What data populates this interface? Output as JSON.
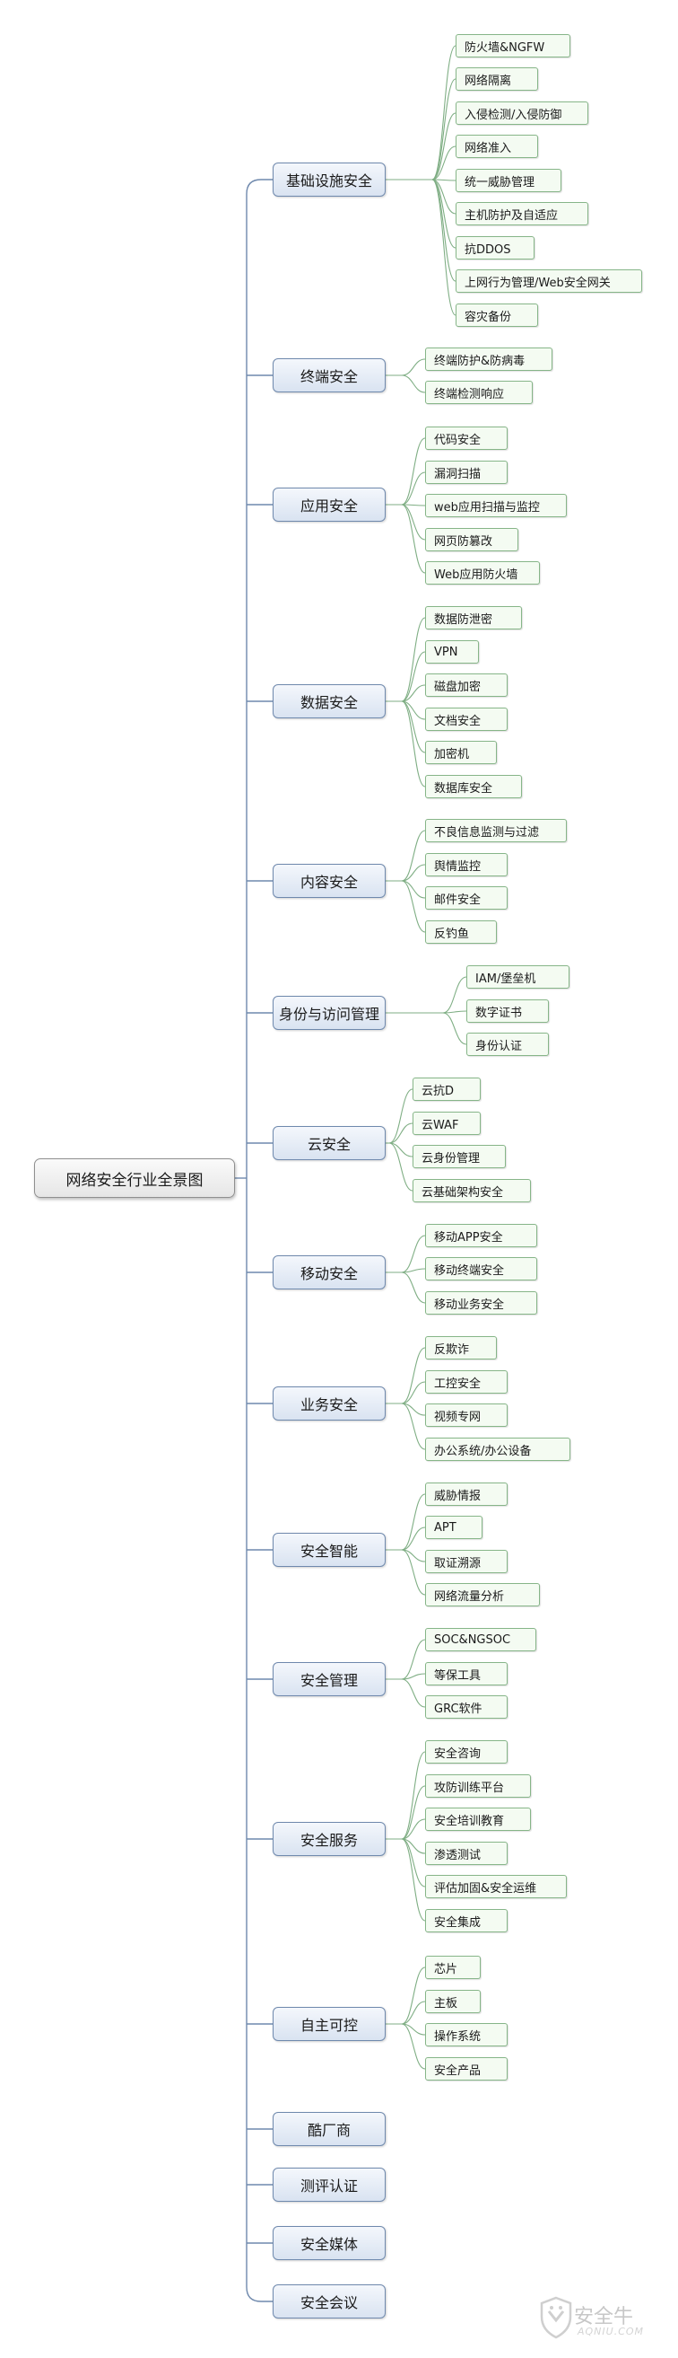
{
  "root": {
    "label": "网络安全行业全景图"
  },
  "categories": [
    {
      "label": "基础设施安全",
      "children": [
        "防火墙&NGFW",
        "网络隔离",
        "入侵检测/入侵防御",
        "网络准入",
        "统一威胁管理",
        "主机防护及自适应",
        "抗DDOS",
        "上网行为管理/Web安全网关",
        "容灾备份"
      ]
    },
    {
      "label": "终端安全",
      "children": [
        "终端防护&防病毒",
        "终端检测响应"
      ]
    },
    {
      "label": "应用安全",
      "children": [
        "代码安全",
        "漏洞扫描",
        "web应用扫描与监控",
        "网页防篡改",
        "Web应用防火墙"
      ]
    },
    {
      "label": "数据安全",
      "children": [
        "数据防泄密",
        "VPN",
        "磁盘加密",
        "文档安全",
        "加密机",
        "数据库安全"
      ]
    },
    {
      "label": "内容安全",
      "children": [
        "不良信息监测与过滤",
        "舆情监控",
        "邮件安全",
        "反钓鱼"
      ]
    },
    {
      "label": "身份与访问管理",
      "children": [
        "IAM/堡垒机",
        "数字证书",
        "身份认证"
      ]
    },
    {
      "label": "云安全",
      "children": [
        "云抗D",
        "云WAF",
        "云身份管理",
        "云基础架构安全"
      ]
    },
    {
      "label": "移动安全",
      "children": [
        "移动APP安全",
        "移动终端安全",
        "移动业务安全"
      ]
    },
    {
      "label": "业务安全",
      "children": [
        "反欺诈",
        "工控安全",
        "视频专网",
        "办公系统/办公设备"
      ]
    },
    {
      "label": "安全智能",
      "children": [
        "威胁情报",
        "APT",
        "取证溯源",
        "网络流量分析"
      ]
    },
    {
      "label": "安全管理",
      "children": [
        "SOC&NGSOC",
        "等保工具",
        "GRC软件"
      ]
    },
    {
      "label": "安全服务",
      "children": [
        "安全咨询",
        "攻防训练平台",
        "安全培训教育",
        "渗透测试",
        "评估加固&安全运维",
        "安全集成"
      ]
    },
    {
      "label": "自主可控",
      "children": [
        "芯片",
        "主板",
        "操作系统",
        "安全产品"
      ]
    },
    {
      "label": "酷厂商",
      "children": []
    },
    {
      "label": "测评认证",
      "children": []
    },
    {
      "label": "安全媒体",
      "children": []
    },
    {
      "label": "安全会议",
      "children": []
    }
  ],
  "watermark": {
    "text": "安全牛",
    "sub": "AQNIU.COM"
  },
  "colors": {
    "category_border": "#6f89ad",
    "leaf_border": "#86b588",
    "connector": "#6f89ad",
    "leaf_connector": "#7fae84"
  }
}
